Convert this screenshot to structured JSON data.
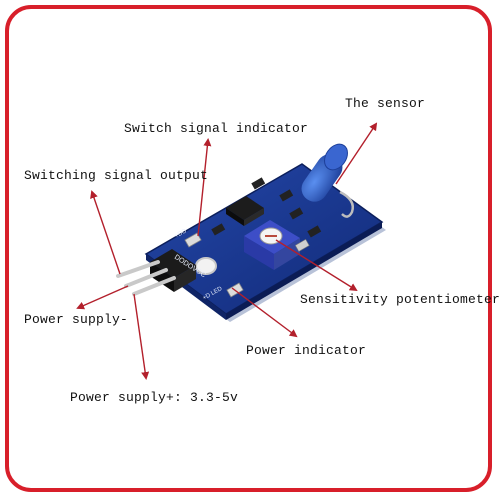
{
  "labels": {
    "the_sensor": "The sensor",
    "switch_signal_indicator": "Switch signal indicator",
    "switching_signal_output": "Switching signal output",
    "sensitivity_potentiometer": "Sensitivity potentiometer",
    "power_supply_minus": "Power supply-",
    "power_indicator": "Power indicator",
    "power_supply_plus": "Power supply+: 3.3-5v"
  },
  "board_text": {
    "silkscreen_main": "DODOVCC",
    "silkscreen_do": "+DO",
    "silkscreen_led": "+D LED"
  },
  "colors": {
    "frame": "#d81f2a",
    "board": "#17338c",
    "arrow": "#b3202c"
  }
}
